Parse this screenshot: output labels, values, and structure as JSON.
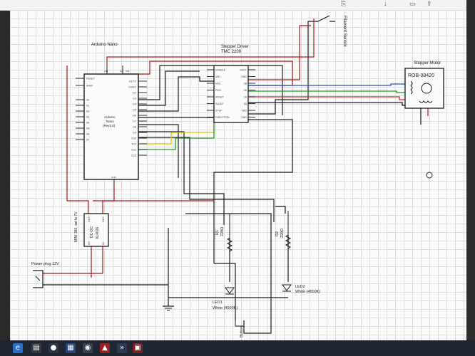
{
  "toolbar": {
    "page_icon": "⎘",
    "nav_icon": "↓",
    "comment_icon": "▭",
    "share_icon": "⇪"
  },
  "schematic": {
    "arduino": {
      "title": "Arduino Nano",
      "body": [
        "Arduino",
        "Nano",
        "(Rev3.0)"
      ],
      "top_pins": [
        "VIN",
        "5V",
        "3V3"
      ],
      "left_pins": [
        "RESET",
        "AREF",
        "A0",
        "A1",
        "A2",
        "A3",
        "A4",
        "A5",
        "A6",
        "A7"
      ],
      "right_pins": [
        "D1/TX",
        "D0/RX",
        "D2",
        "D3",
        "D4",
        "D5",
        "D6",
        "D7",
        "D8",
        "D9",
        "D10",
        "D11",
        "D12",
        "D13"
      ],
      "bottom_pins": [
        "GND"
      ]
    },
    "driver": {
      "title": "Stepper Driver",
      "model": "TMC 2209",
      "left_pins": [
        "ENABLE",
        "MS1",
        "MS2",
        "PDN",
        "RESET",
        "SLEEP",
        "STEP",
        "DIRECTION"
      ],
      "right_pins": [
        "VMOT",
        "GND",
        "2B",
        "2A",
        "1A",
        "1B",
        "VDD",
        "GND"
      ]
    },
    "motor": {
      "title": "Stepper Motor",
      "model": "ROB-08420"
    },
    "sensor": {
      "label": "Filament Sensor"
    },
    "dcdc": {
      "side": "MINI 360, set to 7V",
      "name": "DC-DC",
      "chip": "XL4016",
      "pin_in_plus": "IN+",
      "pin_in_minus": "IN-",
      "pin_out_plus": "OUT+",
      "pin_out_minus": "OUT-"
    },
    "r1": {
      "name": "R1",
      "value": "220Ω"
    },
    "r2": {
      "name": "R2",
      "value": "220Ω"
    },
    "led1": {
      "name": "LED1",
      "spec": "White (4500K)"
    },
    "led2": {
      "name": "LED2",
      "spec": "White (4500K)"
    },
    "power": {
      "label": "Power plug 12V"
    },
    "button": {
      "label": "Button"
    }
  },
  "colors": {
    "wire": "#1c1c1c",
    "power": "#b01818",
    "signal_blue": "#1f4fd6",
    "signal_green": "#1e9e1e",
    "signal_yellow": "#d9c10f"
  }
}
